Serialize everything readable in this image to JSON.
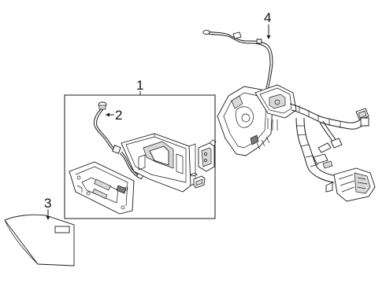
{
  "callouts": {
    "part1": "1",
    "part2": "2",
    "part3": "3",
    "part4": "4"
  },
  "label_text": "",
  "colors": {
    "line": "#1a1a1a",
    "background": "#ffffff",
    "shade": "#d9d9d9"
  }
}
